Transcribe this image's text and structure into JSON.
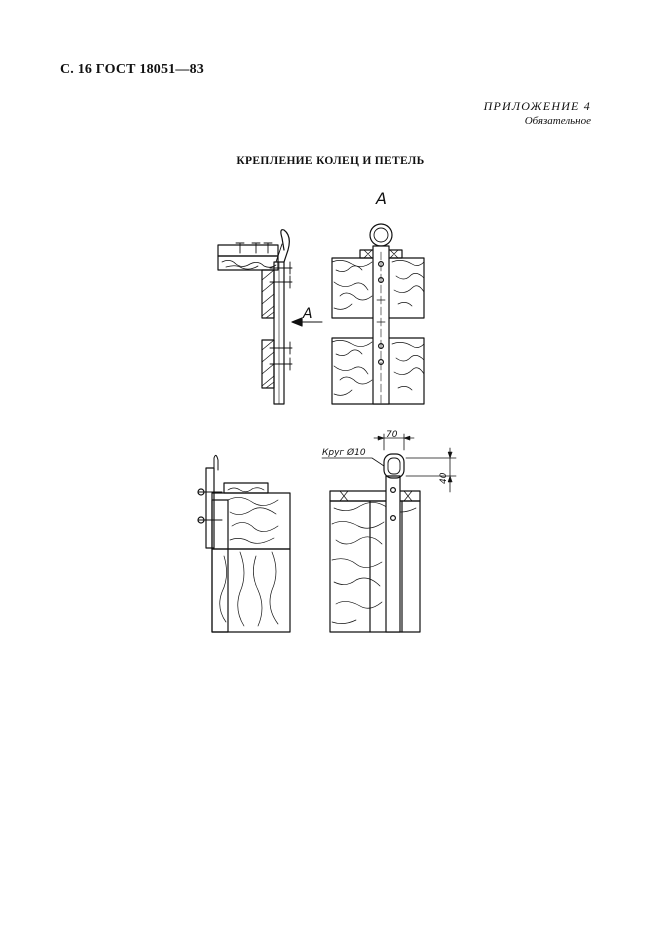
{
  "header": {
    "page_ref": "С. 16 ГОСТ 18051—83"
  },
  "appendix": {
    "title": "ПРИЛОЖЕНИЕ 4",
    "status": "Обязательное"
  },
  "drawing": {
    "title": "КРЕПЛЕНИЕ КОЛЕЦ И ПЕТЕЛЬ",
    "view_label": "А",
    "arrow_label": "А",
    "material_label": "Круг Ø10",
    "dim_width": "70",
    "dim_height": "40"
  }
}
